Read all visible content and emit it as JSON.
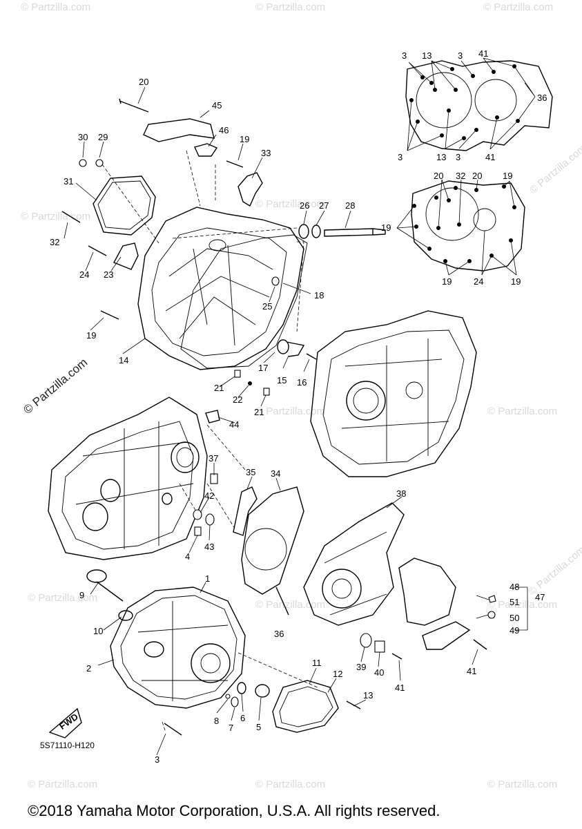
{
  "watermarks": {
    "tile_text": "© Partzilla.com",
    "side_text": "© Partzilla.com"
  },
  "fwd_label": "FWD",
  "diagram_code": "5S71110-H120",
  "copyright": "©2018 Yamaha Motor Corporation, U.S.A. All rights reserved.",
  "callouts": {
    "c1": "1",
    "c2": "2",
    "c3": "3",
    "c4": "4",
    "c5": "5",
    "c6": "6",
    "c7": "7",
    "c8": "8",
    "c9": "9",
    "c10": "10",
    "c11": "11",
    "c12": "12",
    "c13": "13",
    "c14": "14",
    "c15": "15",
    "c16": "16",
    "c17": "17",
    "c18": "18",
    "c19": "19",
    "c20": "20",
    "c21": "21",
    "c22": "22",
    "c23": "23",
    "c24": "24",
    "c25": "25",
    "c26": "26",
    "c27": "27",
    "c28": "28",
    "c29": "29",
    "c30": "30",
    "c31": "31",
    "c32": "32",
    "c33": "33",
    "c34": "34",
    "c35": "35",
    "c36": "36",
    "c37": "37",
    "c38": "38",
    "c39": "39",
    "c40": "40",
    "c41": "41",
    "c42": "42",
    "c43": "43",
    "c44": "44",
    "c45": "45",
    "c46": "46",
    "c47": "47",
    "c48": "48",
    "c49": "49",
    "c50": "50",
    "c51": "51"
  }
}
